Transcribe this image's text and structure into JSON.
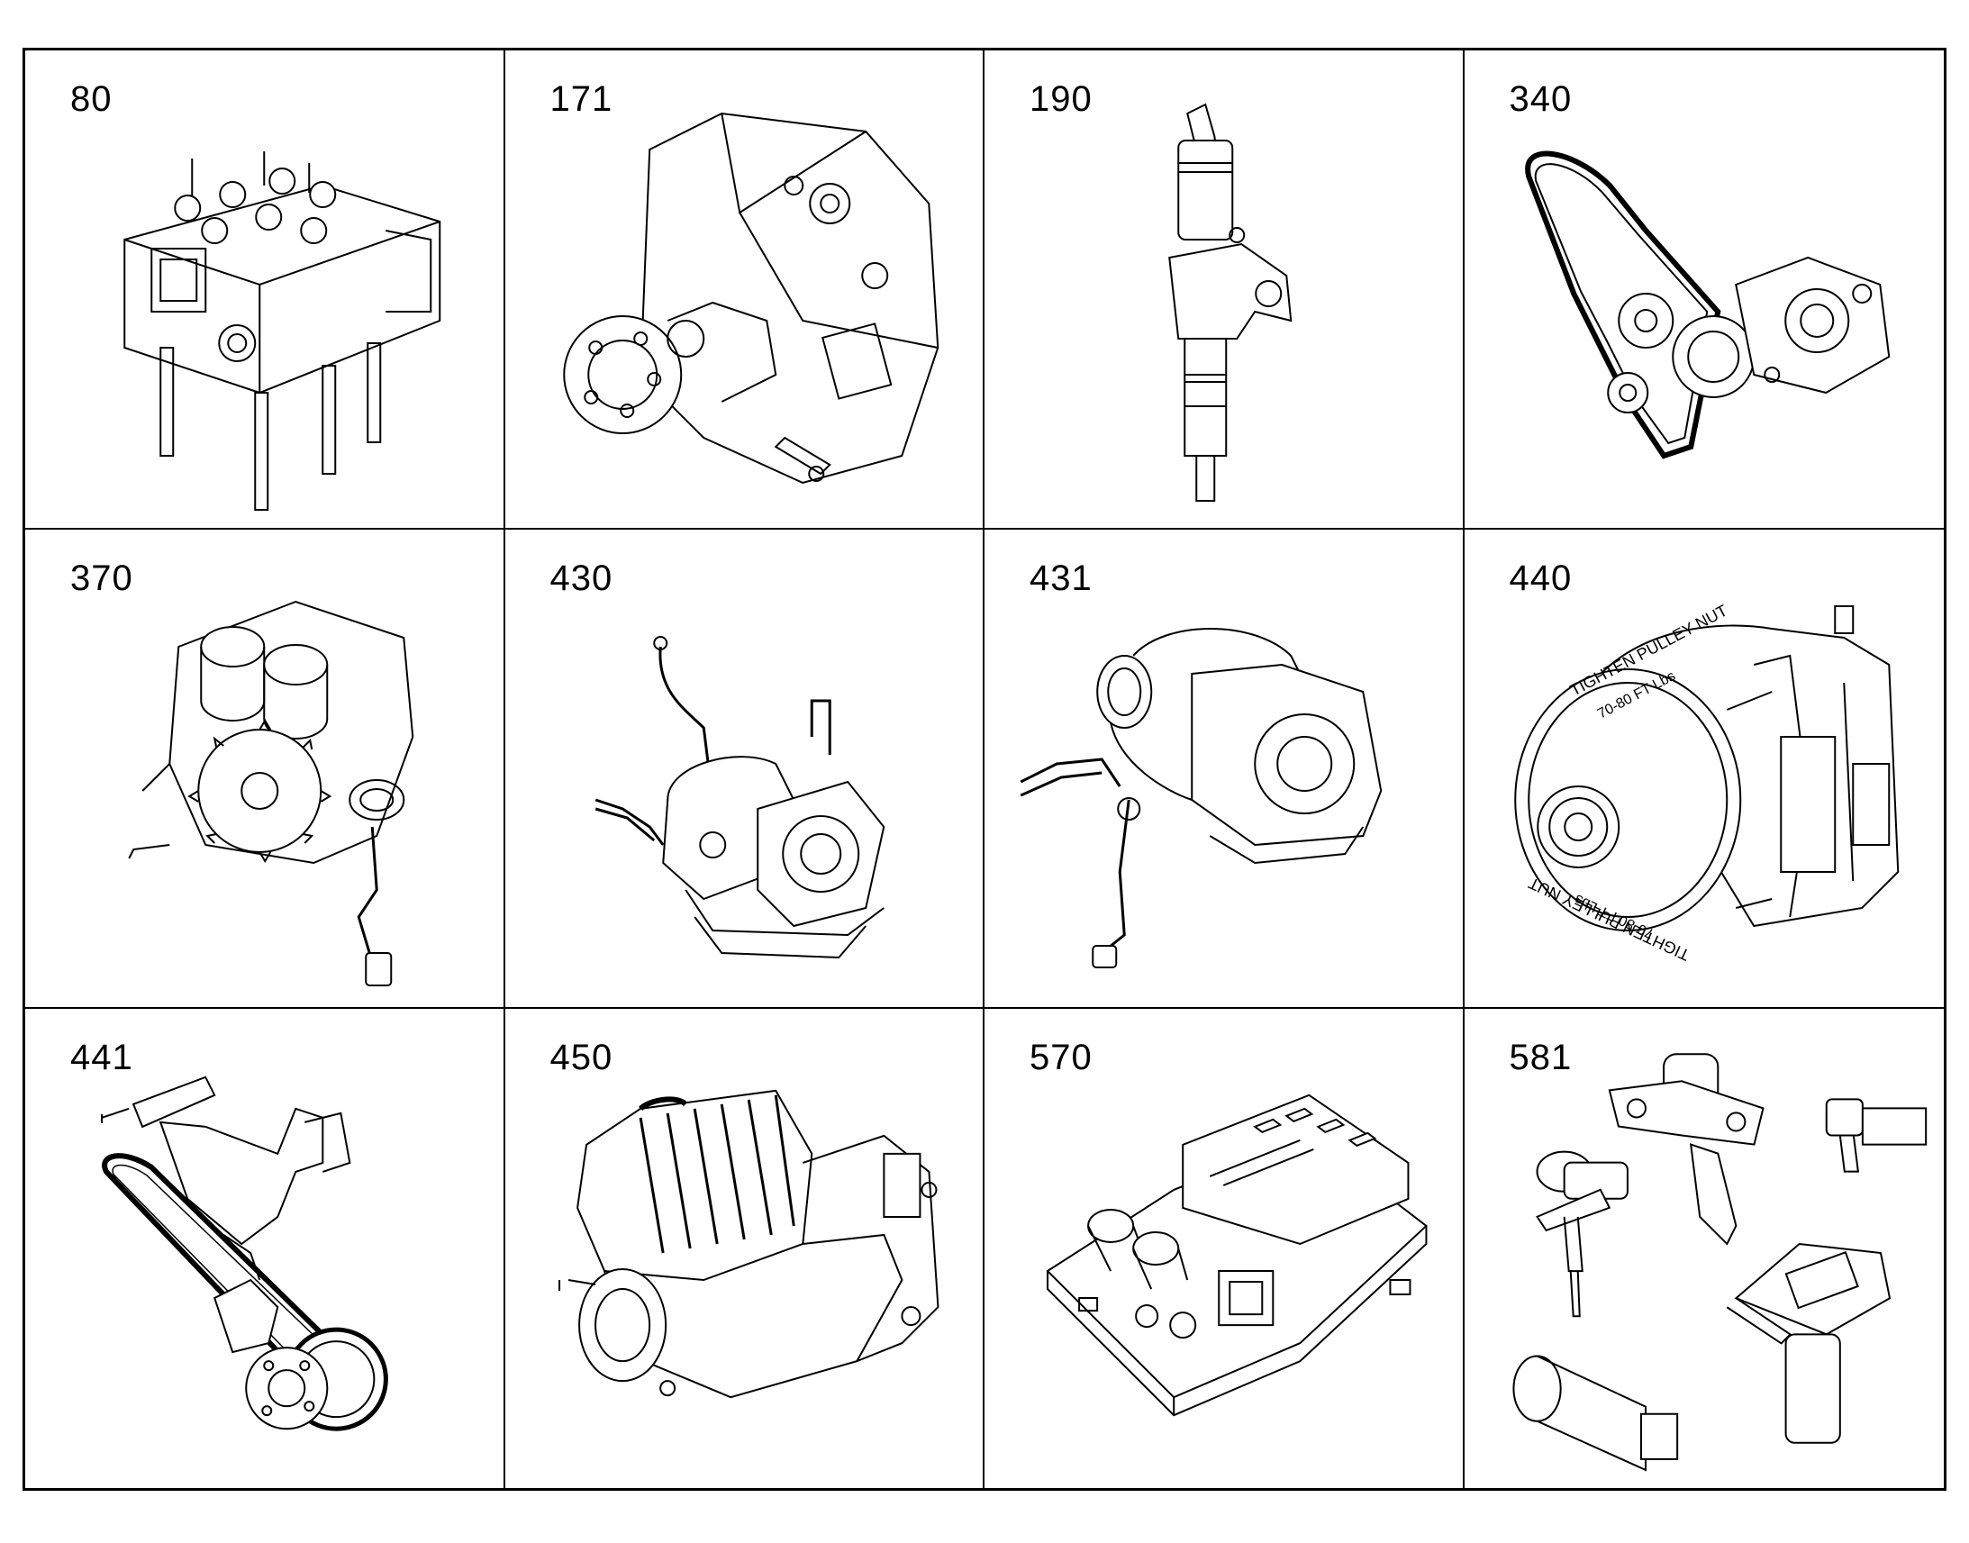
{
  "parts": [
    {
      "number": "80",
      "icon": "cylinder-head-icon"
    },
    {
      "number": "171",
      "icon": "high-pressure-pump-icon"
    },
    {
      "number": "190",
      "icon": "injector-icon"
    },
    {
      "number": "340",
      "icon": "belt-drive-icon"
    },
    {
      "number": "370",
      "icon": "oil-pump-icon"
    },
    {
      "number": "430",
      "icon": "turbocharger-icon"
    },
    {
      "number": "431",
      "icon": "turbocharger-icon"
    },
    {
      "number": "440",
      "icon": "alternator-icon"
    },
    {
      "number": "441",
      "icon": "belt-tensioner-icon"
    },
    {
      "number": "450",
      "icon": "starter-motor-icon"
    },
    {
      "number": "570",
      "icon": "control-unit-icon"
    },
    {
      "number": "581",
      "icon": "sensors-icon"
    }
  ],
  "alternator_label_1": "TIGHTEN PULLEY NUT",
  "alternator_label_2": "70-80 FT Lbs"
}
